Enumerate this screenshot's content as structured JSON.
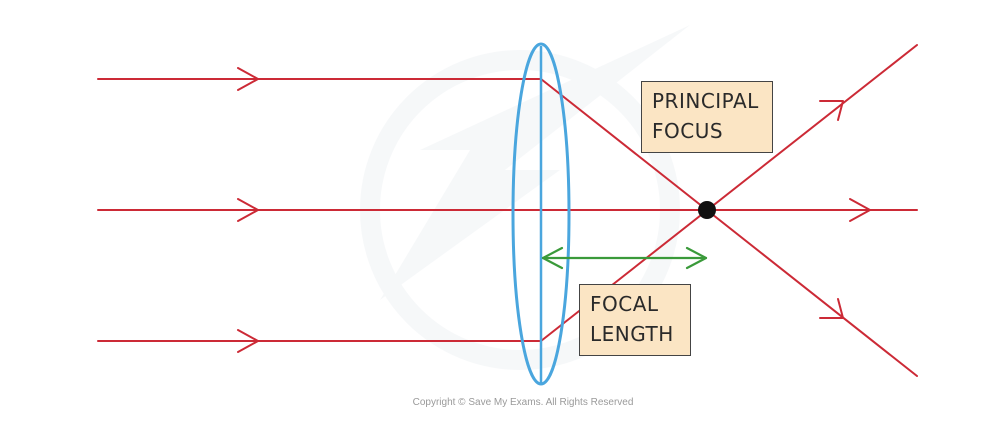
{
  "labels": {
    "principal_focus": [
      "PRINCIPAL",
      "FOCUS"
    ],
    "focal_length": [
      "FOCAL",
      "LENGTH"
    ]
  },
  "copyright": "Copyright © Save My Exams. All Rights Reserved",
  "colors": {
    "ray": "#cc2a36",
    "lens": "#4aa6de",
    "focal_arrow": "#3a9a3a",
    "focus_point": "#111111",
    "label_fill": "#fbe5c4",
    "label_border": "#444444"
  },
  "icons": {
    "arrowhead": "chevron-right-arrowhead",
    "focus": "filled-circle-dot"
  }
}
